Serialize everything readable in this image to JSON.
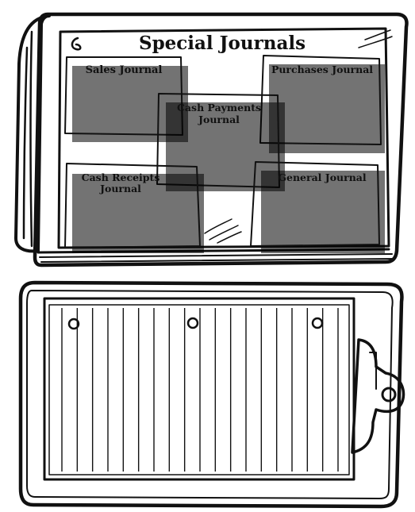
{
  "book": {
    "title": "Special Journals",
    "notes": {
      "sales": "Sales Journal",
      "purchases": "Purchases Journal",
      "cash_payments_line1": "Cash Payments",
      "cash_payments_line2": "Journal",
      "cash_receipts_line1": "Cash Receipts",
      "cash_receipts_line2": "Journal",
      "general": "General Journal"
    }
  },
  "clipboard": {
    "ruled_columns": 19,
    "punch_holes": 3
  },
  "colors": {
    "ink": "#111111",
    "paper": "#ffffff"
  }
}
